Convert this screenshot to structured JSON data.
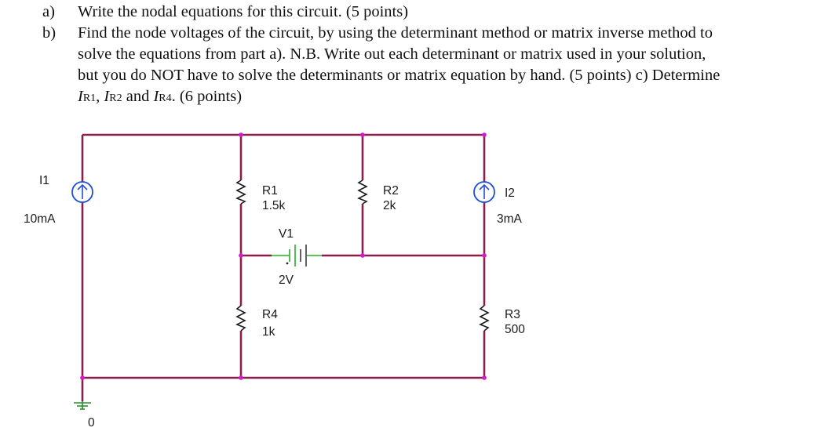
{
  "question": {
    "a_label": "a)",
    "a_text": "Write the nodal equations for this circuit. (5 points)",
    "b_label": "b)",
    "b_line1": "Find the node voltages of the circuit, by using the determinant method or matrix inverse method to",
    "b_line2": "solve the equations from part a).  N.B. Write out each determinant or matrix used in your solution,",
    "b_line3": "but you do NOT have to solve the determinants or matrix equation by hand. (5 points) c) Determine",
    "ir1_I": "I",
    "ir1_sub": "R1",
    "sep1": ", ",
    "ir2_I": "I",
    "ir2_sub": "R2",
    "and_text": " and ",
    "ir4_I": "I",
    "ir4_sub": "R4",
    "tail_text": ". (6 points)"
  },
  "circuit": {
    "i1_name": "I1",
    "i1_value": "10mA",
    "r1_name": "R1",
    "r1_value": "1.5k",
    "r2_name": "R2",
    "r2_value": "2k",
    "i2_name": "I2",
    "i2_value": "3mA",
    "v1_name": "V1",
    "v1_value": "2V",
    "r4_name": "R4",
    "r4_value": "1k",
    "r3_name": "R3",
    "r3_value": "500",
    "ground_label": "0",
    "wire_color": "#8b1f4c",
    "node_dot_color": "#d21ccc",
    "source_color": "#1f4ed8"
  }
}
